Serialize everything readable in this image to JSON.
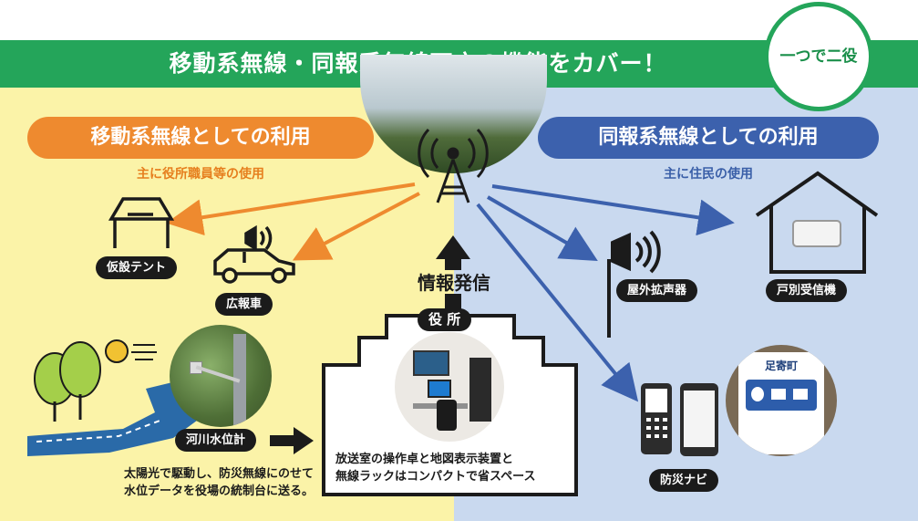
{
  "banner": {
    "title": "移動系無線・同報系無線両方の機能をカバー！",
    "badge": "一つで二役"
  },
  "left": {
    "title": "移動系無線としての利用",
    "subtitle": "主に役所職員等の使用",
    "labels": {
      "tent": "仮設テント",
      "car": "広報車",
      "water_gauge": "河川水位計"
    },
    "water_caption": [
      "太陽光で駆動し、防災無線にのせて",
      "水位データを役場の統制台に送る。"
    ]
  },
  "center": {
    "send_label": "情報発信",
    "office_label": "役 所",
    "office_caption": [
      "放送室の操作卓と地図表示装置と",
      "無線ラックはコンパクトで省スペース"
    ]
  },
  "right": {
    "title": "同報系無線としての利用",
    "subtitle": "主に住民の使用",
    "labels": {
      "outdoor_speaker": "屋外拡声器",
      "home_receiver": "戸別受信機",
      "app": "防災ナビ"
    },
    "app_screen_title": "足寄町"
  },
  "colors": {
    "green": "#24a55a",
    "orange": "#ee8a2f",
    "blue": "#3c61ad",
    "yellow_bg": "#fbf3a8",
    "blue_bg": "#c9d9ef"
  }
}
